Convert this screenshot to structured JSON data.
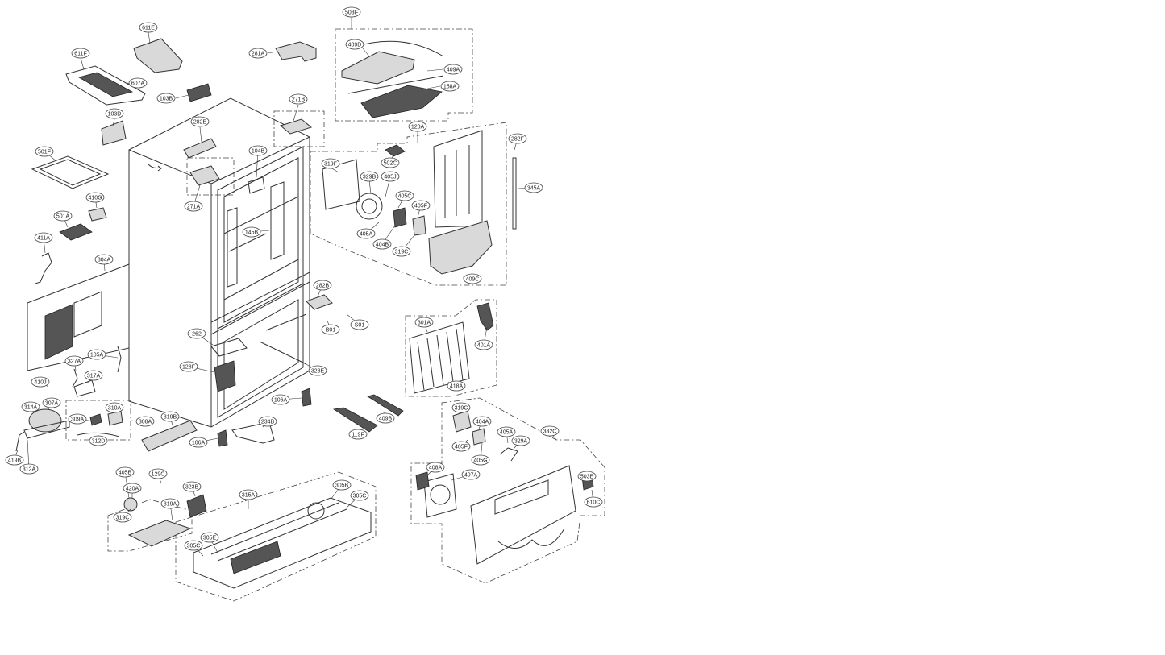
{
  "diagram": {
    "labels": {
      "l503F": "503F",
      "l409D": "409D",
      "l409A": "409A",
      "l158A": "158A",
      "l611E": "611E",
      "l611F": "611F",
      "l607A": "607A",
      "l103B": "103B",
      "l281A": "281A",
      "l271B": "271B",
      "l103D": "103D",
      "l282E": "282E",
      "l120A": "120A",
      "l282F": "282F",
      "l502C": "502C",
      "l319F": "319F",
      "l329B": "329B",
      "l405J": "405J",
      "l104B": "104B",
      "l501F": "501F",
      "l410G": "410G",
      "l271A": "271A",
      "l345A": "345A",
      "l405C": "405C",
      "l405F": "405F",
      "l501A": "501A",
      "l145B": "145B",
      "l405A": "405A",
      "l404B": "404B",
      "l411A": "411A",
      "l319C_top": "319C",
      "l304A": "304A",
      "l409C": "409C",
      "l282B": "282B",
      "l301A": "301A",
      "lB01": "B01",
      "lS01": "S01",
      "l401A": "401A",
      "l262": "262",
      "l327A": "327A",
      "l105A": "105A",
      "l128F": "128F",
      "l328E": "328E",
      "l410J": "410J",
      "l317A": "317A",
      "l418A": "418A",
      "l314A": "314A",
      "l307A": "307A",
      "l310A": "310A",
      "l106A_a": "106A",
      "l309A": "309A",
      "l308A": "308A",
      "l319B": "319B",
      "l409B": "409B",
      "l319C_mid": "319C",
      "l404A": "404A",
      "l234B": "234B",
      "l312D": "312D",
      "l119F": "119F",
      "l405A_b": "405A",
      "l329A": "329A",
      "l332C": "332C",
      "l405F_b": "405F",
      "l106A_b": "106A",
      "l405G": "405G",
      "l419B": "419B",
      "l312A": "312A",
      "l405B": "405B",
      "l129C": "129C",
      "l408A": "408A",
      "l407A": "407A",
      "l503E": "503E",
      "l420A": "420A",
      "l323B": "323B",
      "l315A": "315A",
      "l305B": "305B",
      "l305C_r": "305C",
      "l319A": "319A",
      "l610C": "610C",
      "l319C_bot": "319C",
      "l305E": "305E",
      "l305C_l": "305C"
    }
  }
}
